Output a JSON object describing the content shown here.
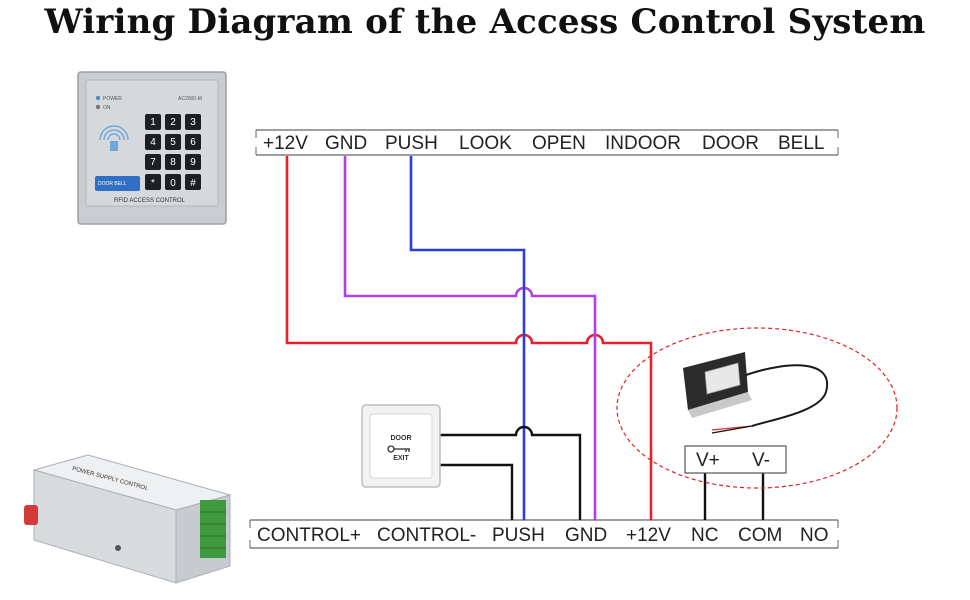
{
  "title": "Wiring Diagram of the Access Control System",
  "keypad": {
    "model": "AC2000-M",
    "power_label": "POWER",
    "on_label": "ON",
    "caption": "RFID ACCESS CONTROL",
    "keys": [
      "1",
      "2",
      "3",
      "4",
      "5",
      "6",
      "7",
      "8",
      "9",
      "*",
      "0",
      "#"
    ],
    "bell_label": "DOOR BELL"
  },
  "top_terminals": [
    "+12V",
    "GND",
    "PUSH",
    "LOOK",
    "OPEN",
    "INDOOR",
    "DOOR",
    "BELL"
  ],
  "bottom_terminals": [
    "CONTROL+",
    "CONTROL-",
    "PUSH",
    "GND",
    "+12V",
    "NC",
    "COM",
    "NO"
  ],
  "exit_button": {
    "line1": "DOOR",
    "line2": "EXIT"
  },
  "lock_terminals": [
    "V+",
    "V-"
  ],
  "power_supply": {
    "label": "POWER SUPPLY CONTROL"
  },
  "colors": {
    "red_wire": "#e8202a",
    "purple_wire": "#b23ee8",
    "blue_wire": "#2a3fd8",
    "black_wire": "#111111",
    "highlight_ellipse": "#e02020"
  }
}
